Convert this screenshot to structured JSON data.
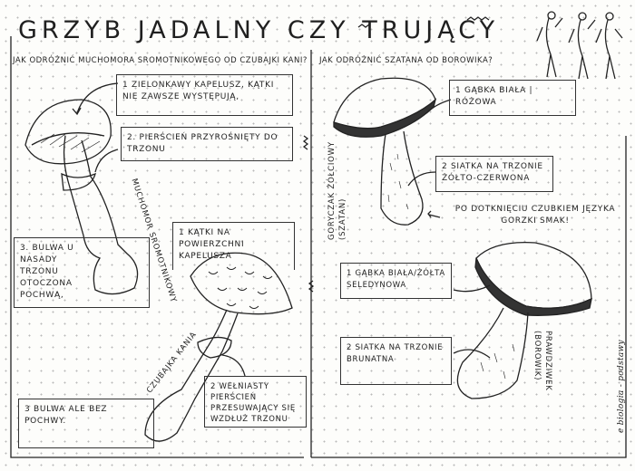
{
  "title": "GRZYB JADALNY CZY TRUJĄCY",
  "left": {
    "question": "JAK ODRÓŻNIĆ MUCHOMORA SROMOTNIKOWEGO OD CZUBAJKI KANI?",
    "muchomor": {
      "label": "MUCHOMOR SROMOTNIKOWY",
      "points": [
        "1 ZIELONKAWY KAPELUSZ, KĄTKI NIE ZAWSZE WYSTĘPUJĄ,",
        "2. PIERŚCIEŃ PRZYROŚNIĘTY DO TRZONU",
        "3. BULWA U NASADY TRZONU OTOCZONA POCHWĄ,"
      ]
    },
    "kania": {
      "label": "CZUBAJKA KANIA",
      "points": [
        "1 KĄTKI NA POWIERZCHNI KAPELUSZA",
        "2 WEŁNIASTY PIERŚCIEŃ PRZESUWAJĄCY SIĘ WZDŁUŻ TRZONU",
        "3 BULWA ALE BEZ POCHWY."
      ]
    }
  },
  "right": {
    "question": "JAK ODRÓŻNIĆ SZATANA OD BOROWIKA?",
    "szatan": {
      "label": "GORYCZAK ŻÓŁCIOWY (SZATAN)",
      "points": [
        "1 GĄBKA BIAŁA | RÓŻOWA",
        "2 SIATKA NA TRZONIE ŻÓŁTO-CZERWONA"
      ],
      "note": "PO DOTKNIĘCIU CZUBKIEM JĘZYKA GORZKI SMAK!"
    },
    "borowik": {
      "label": "PRAWDZIWEK (BOROWIK)",
      "points": [
        "1 GĄBKA BIAŁA/ŻÓŁTA SELEDYNOWA",
        "2 SIATKA NA TRZONIE BRUNATNA"
      ]
    }
  },
  "signature": "e biologia - podstawy",
  "colors": {
    "ink": "#1f1f1f",
    "paper": "#fdfdfb",
    "dots": "#b9b9b9"
  }
}
